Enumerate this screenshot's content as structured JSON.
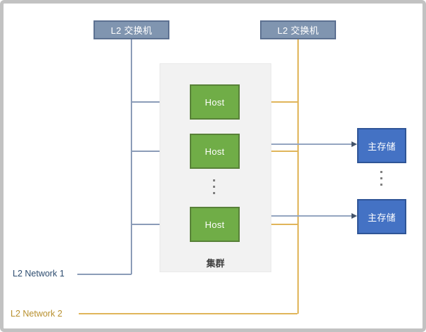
{
  "switches": [
    {
      "label": "L2 交换机"
    },
    {
      "label": "L2 交换机"
    }
  ],
  "cluster": {
    "label": "集群",
    "hosts": [
      {
        "label": "Host"
      },
      {
        "label": "Host"
      },
      {
        "label": "Host"
      }
    ]
  },
  "storages": [
    {
      "label": "主存储"
    },
    {
      "label": "主存储"
    }
  ],
  "network_labels": [
    {
      "label": "L2 Network 1"
    },
    {
      "label": "L2 Network 2"
    }
  ],
  "colors": {
    "page_border": "#c2c2c2",
    "switch_fill": "#8095b0",
    "switch_border": "#5d7191",
    "host_fill": "#70ad47",
    "host_border": "#588138",
    "storage_fill": "#4472c4",
    "storage_border": "#2f5597",
    "cluster_fill": "#f2f2f2",
    "cluster_border": "#e9e9e9",
    "network1_line": "#8b9cb8",
    "network2_line": "#e0b55a",
    "network1_text": "#2e4d70",
    "network2_text": "#b8902e",
    "arrow_line": "#94a5c0",
    "arrow_head": "#44546a",
    "dots": "#808080"
  }
}
